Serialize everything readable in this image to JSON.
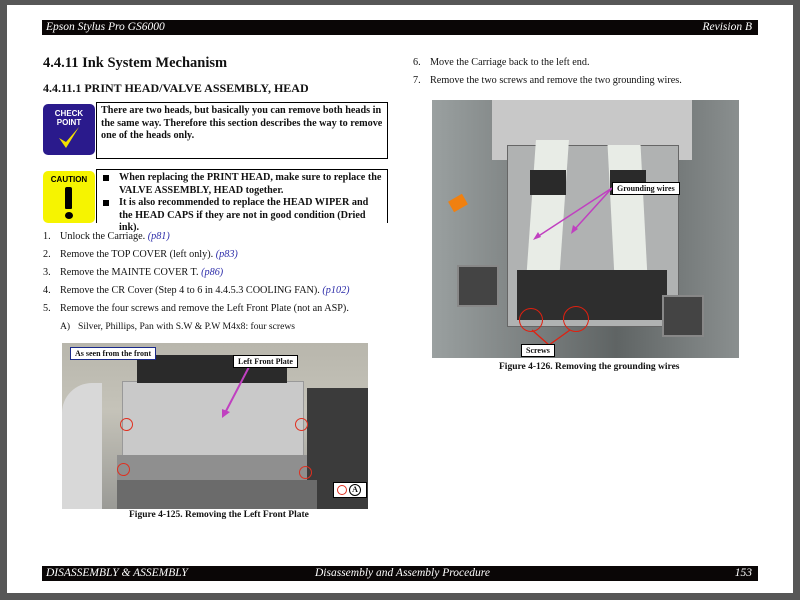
{
  "header": {
    "left": "Epson Stylus Pro GS6000",
    "right": "Revision B"
  },
  "footer": {
    "left": "DISASSEMBLY & ASSEMBLY",
    "center": "Disassembly and Assembly Procedure",
    "page_number": "153"
  },
  "section": {
    "title": "4.4.11  Ink System Mechanism",
    "subtitle": "4.4.11.1  PRINT HEAD/VALVE ASSEMBLY, HEAD"
  },
  "checkpoint": {
    "icon_label_1": "CHECK",
    "icon_label_2": "POINT",
    "text": "There are two heads, but basically you can remove both heads in the same way. Therefore this section describes the way to remove one of the heads only."
  },
  "caution": {
    "icon_label": "CAUTION",
    "items": [
      "When replacing the PRINT HEAD, make sure to replace the VALVE ASSEMBLY, HEAD together.",
      "It is also recommended to replace the HEAD WIPER and the HEAD CAPS if they are not in good condition (Dried ink)."
    ]
  },
  "steps": [
    {
      "num": "1.",
      "text": "Unlock the Carriage. ",
      "link": "(p81)"
    },
    {
      "num": "2.",
      "text": "Remove the TOP COVER (left only). ",
      "link": "(p83)"
    },
    {
      "num": "3.",
      "text": "Remove the MAINTE COVER T. ",
      "link": "(p86)"
    },
    {
      "num": "4.",
      "text": "Remove the CR Cover (Step 4 to 6 in 4.4.5.3 COOLING FAN). ",
      "link": "(p102)"
    },
    {
      "num": "5.",
      "text": "Remove the four screws and remove the Left Front Plate (not an ASP).",
      "link": ""
    },
    {
      "num": "A)",
      "text": "Silver, Phillips, Pan with S.W & P.W M4x8: four screws",
      "link": ""
    },
    {
      "num": "6.",
      "text": "Move the Carriage back to the left end.",
      "link": ""
    },
    {
      "num": "7.",
      "text": "Remove the two screws and remove the two grounding wires.",
      "link": ""
    }
  ],
  "figure_125": {
    "view_label": "As seen from the front",
    "callout": "Left Front Plate",
    "legend_symbol": "A",
    "caption": "Figure 4-125.  Removing the Left Front Plate"
  },
  "figure_126": {
    "callout_wires": "Grounding wires",
    "callout_screws": "Screws",
    "caption": "Figure 4-126.  Removing the grounding wires"
  },
  "colors": {
    "checkpoint_bg": "#2a1a8c",
    "caution_bg": "#f6f400",
    "link": "#2a2aa8",
    "callout_arrow": "#c040c0",
    "marker": "#e03020"
  }
}
